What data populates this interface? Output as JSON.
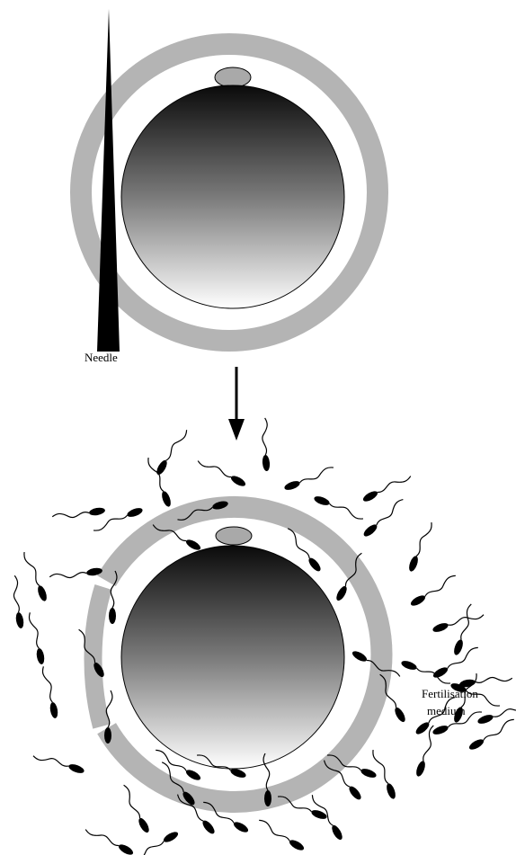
{
  "labels": {
    "needle": "Needle",
    "medium_line1": "Fertilisation",
    "medium_line2": "medium"
  },
  "colors": {
    "zona": "#b4b4b4",
    "polar_body": "#a9a9a9",
    "needle": "#000000",
    "sperm": "#000000",
    "oocyte_top": "#0a0a0a",
    "oocyte_bottom": "#ffffff"
  },
  "icons": [
    "needle-icon",
    "arrow-down-icon",
    "sperm-icon"
  ]
}
